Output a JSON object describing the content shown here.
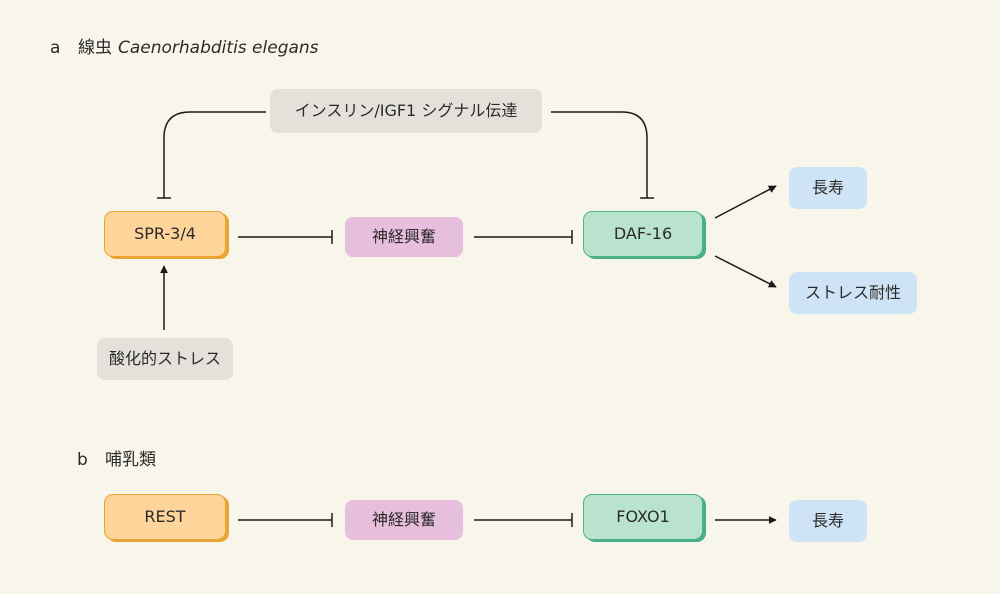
{
  "section_a": {
    "letter": "a",
    "title_jp": "線虫",
    "title_latin": "Caenorhabditis elegans"
  },
  "section_b": {
    "letter": "b",
    "title_jp": "哺乳類"
  },
  "nodes_a": {
    "insulin_igf1": "インスリン/IGF1 シグナル伝達",
    "spr": "SPR-3/4",
    "neural_excitation": "神経興奮",
    "daf16": "DAF-16",
    "longevity": "長寿",
    "stress_resistance": "ストレス耐性",
    "oxidative_stress": "酸化的ストレス"
  },
  "nodes_b": {
    "rest": "REST",
    "neural_excitation": "神経興奮",
    "foxo1": "FOXO1",
    "longevity": "長寿"
  },
  "colors": {
    "background": "#f8f5eb",
    "grey_box": "#e3e1d9",
    "pink_box": "#e7bfdc",
    "blue_box": "#cfe3f6",
    "orange_box": "#fdd49a",
    "orange_border": "#e8a334",
    "green_box": "#b9e3cf",
    "green_border": "#4bb38a",
    "line": "#1a1a1a"
  }
}
